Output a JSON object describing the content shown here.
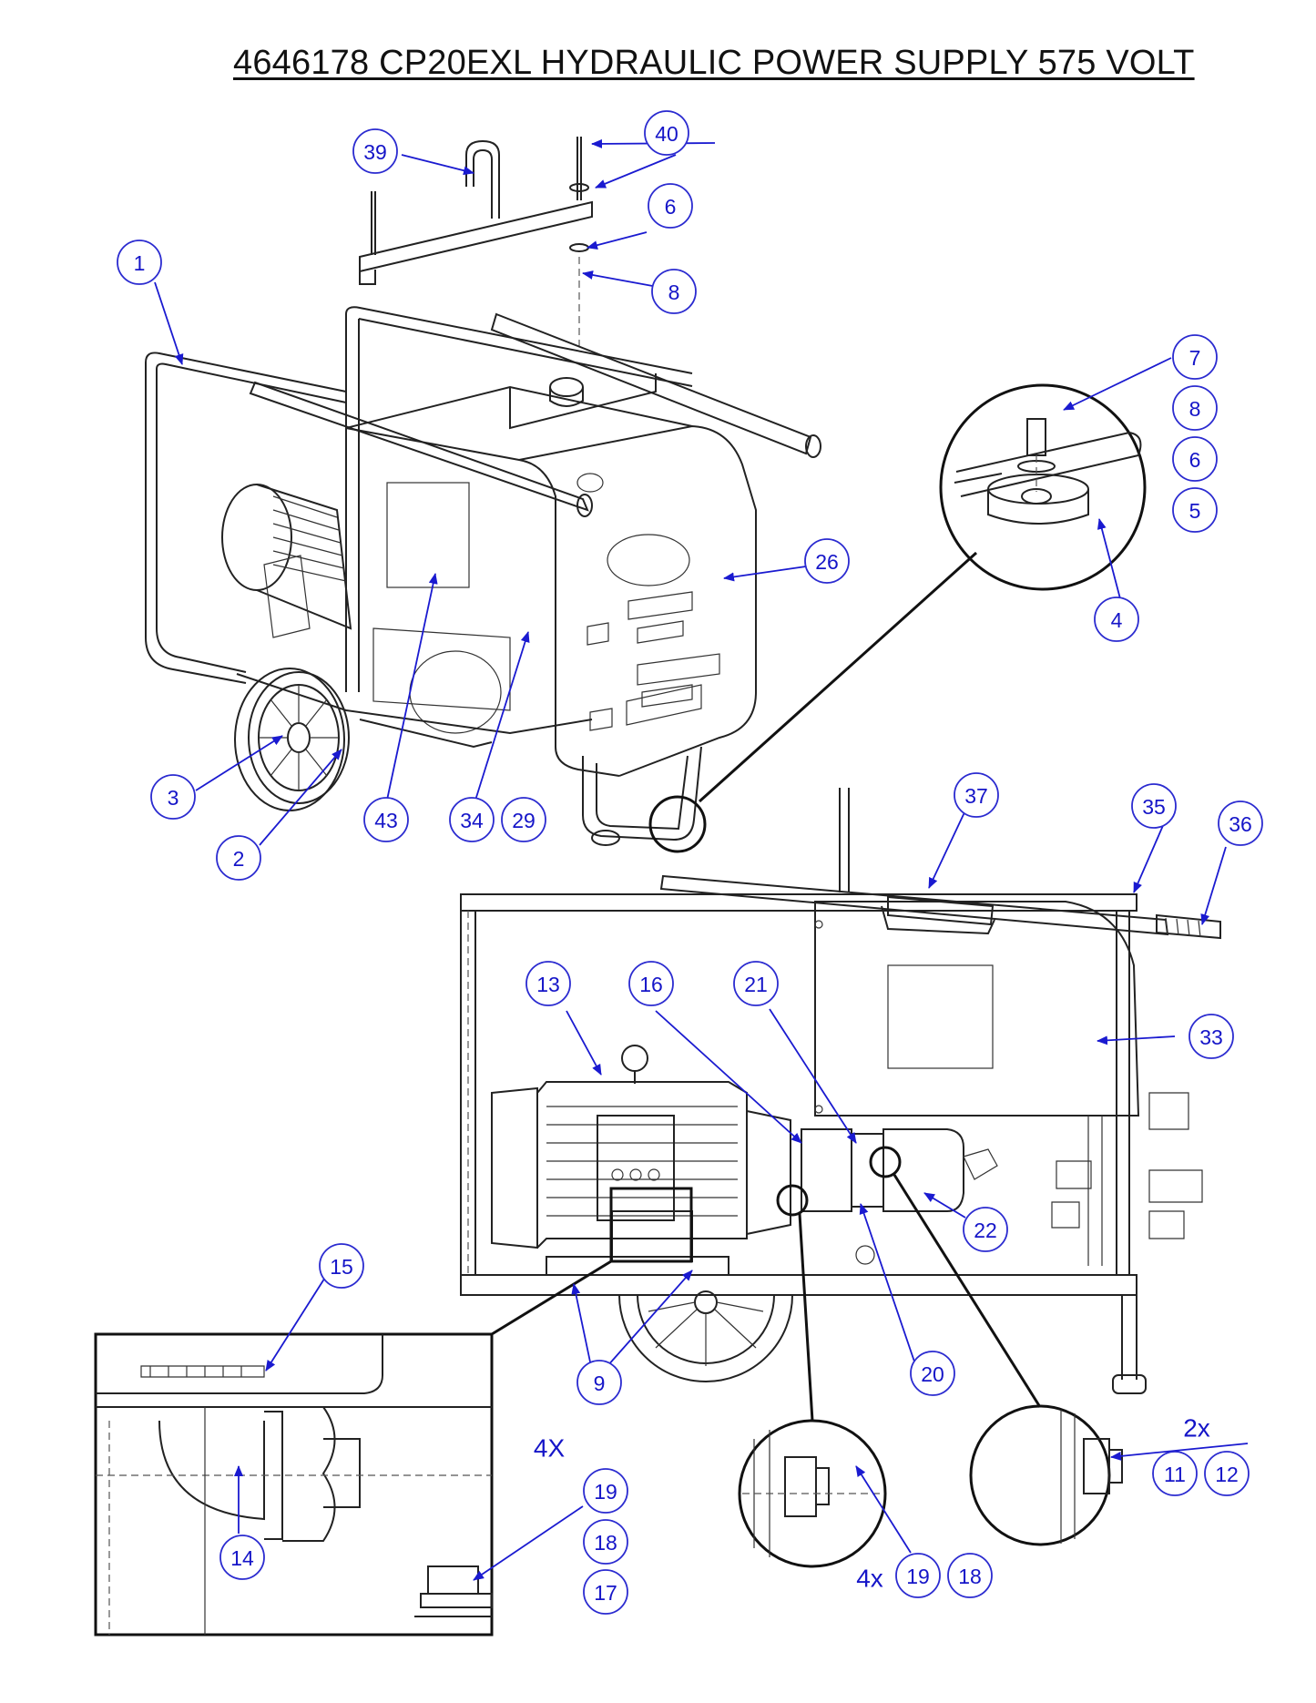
{
  "title": "4646178 CP20EXL HYDRAULIC POWER SUPPLY  575 VOLT",
  "colors": {
    "callout": "#1a1ad0",
    "line": "#222222",
    "background": "#ffffff"
  },
  "callouts": {
    "c1": "1",
    "c2": "2",
    "c3": "3",
    "c4": "4",
    "c5": "5",
    "c6a": "6",
    "c6b": "6",
    "c7": "7",
    "c8a": "8",
    "c8b": "8",
    "c9": "9",
    "c11": "11",
    "c12": "12",
    "c13": "13",
    "c14": "14",
    "c15": "15",
    "c16": "16",
    "c17": "17",
    "c18a": "18",
    "c18b": "18",
    "c19a": "19",
    "c19b": "19",
    "c20": "20",
    "c21": "21",
    "c22": "22",
    "c26": "26",
    "c29": "29",
    "c33": "33",
    "c34": "34",
    "c35": "35",
    "c36": "36",
    "c37": "37",
    "c39": "39",
    "c40": "40",
    "c43": "43"
  },
  "notes": {
    "n2x": "2x",
    "n4X": "4X",
    "n4x": "4x"
  }
}
